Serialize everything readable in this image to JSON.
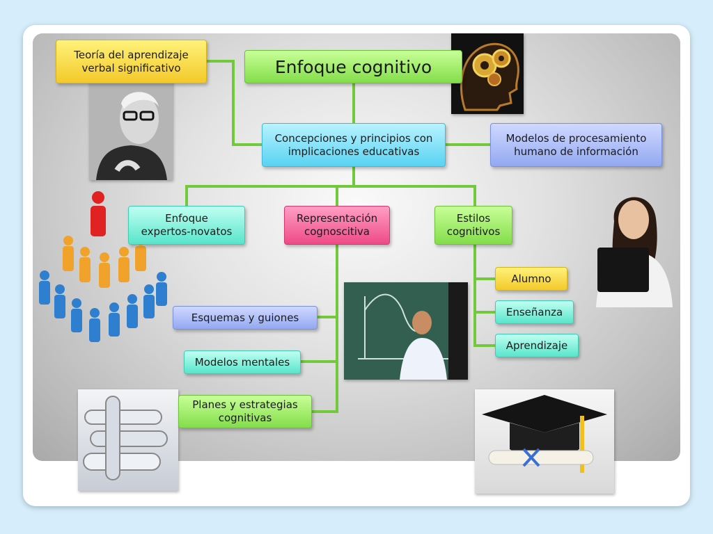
{
  "diagram": {
    "title": "Enfoque cognitivo",
    "nodes": {
      "teoria": "Teoría del aprendizaje\nverbal significativo",
      "concepciones": "Concepciones y principios con\nimplicaciones educativas",
      "modelos_procesamiento": "Modelos de procesamiento\nhumano de información",
      "expertos": "Enfoque\nexpertos-novatos",
      "representacion": "Representación\ncognoscitiva",
      "estilos": "Estilos\ncognitivos",
      "alumno": "Alumno",
      "ensenanza": "Enseñanza",
      "aprendizaje": "Aprendizaje",
      "esquemas": "Esquemas y guiones",
      "modelos_mentales": "Modelos mentales",
      "planes": "Planes y estrategias\ncognitivas"
    },
    "edges": [
      [
        "teoria",
        "concepciones"
      ],
      [
        "title",
        "concepciones"
      ],
      [
        "concepciones",
        "modelos_procesamiento"
      ],
      [
        "concepciones",
        "expertos"
      ],
      [
        "concepciones",
        "representacion"
      ],
      [
        "concepciones",
        "estilos"
      ],
      [
        "estilos",
        "alumno"
      ],
      [
        "estilos",
        "ensenanza"
      ],
      [
        "estilos",
        "aprendizaje"
      ],
      [
        "representacion",
        "esquemas"
      ],
      [
        "representacion",
        "modelos_mentales"
      ],
      [
        "representacion",
        "planes"
      ]
    ],
    "colors": {
      "connector": "#72c93c",
      "yellow": "#f3c92a",
      "green": "#83dd4a",
      "blue": "#58d3f2",
      "lavender": "#93a8f1",
      "teal": "#58e5cb",
      "pink": "#ee4a86"
    },
    "images": [
      "head-gears-image",
      "old-man-portrait-image",
      "people-pyramid-image",
      "student-woman-image",
      "teacher-chalkboard-image",
      "rolled-papers-image",
      "graduation-cap-image"
    ]
  }
}
